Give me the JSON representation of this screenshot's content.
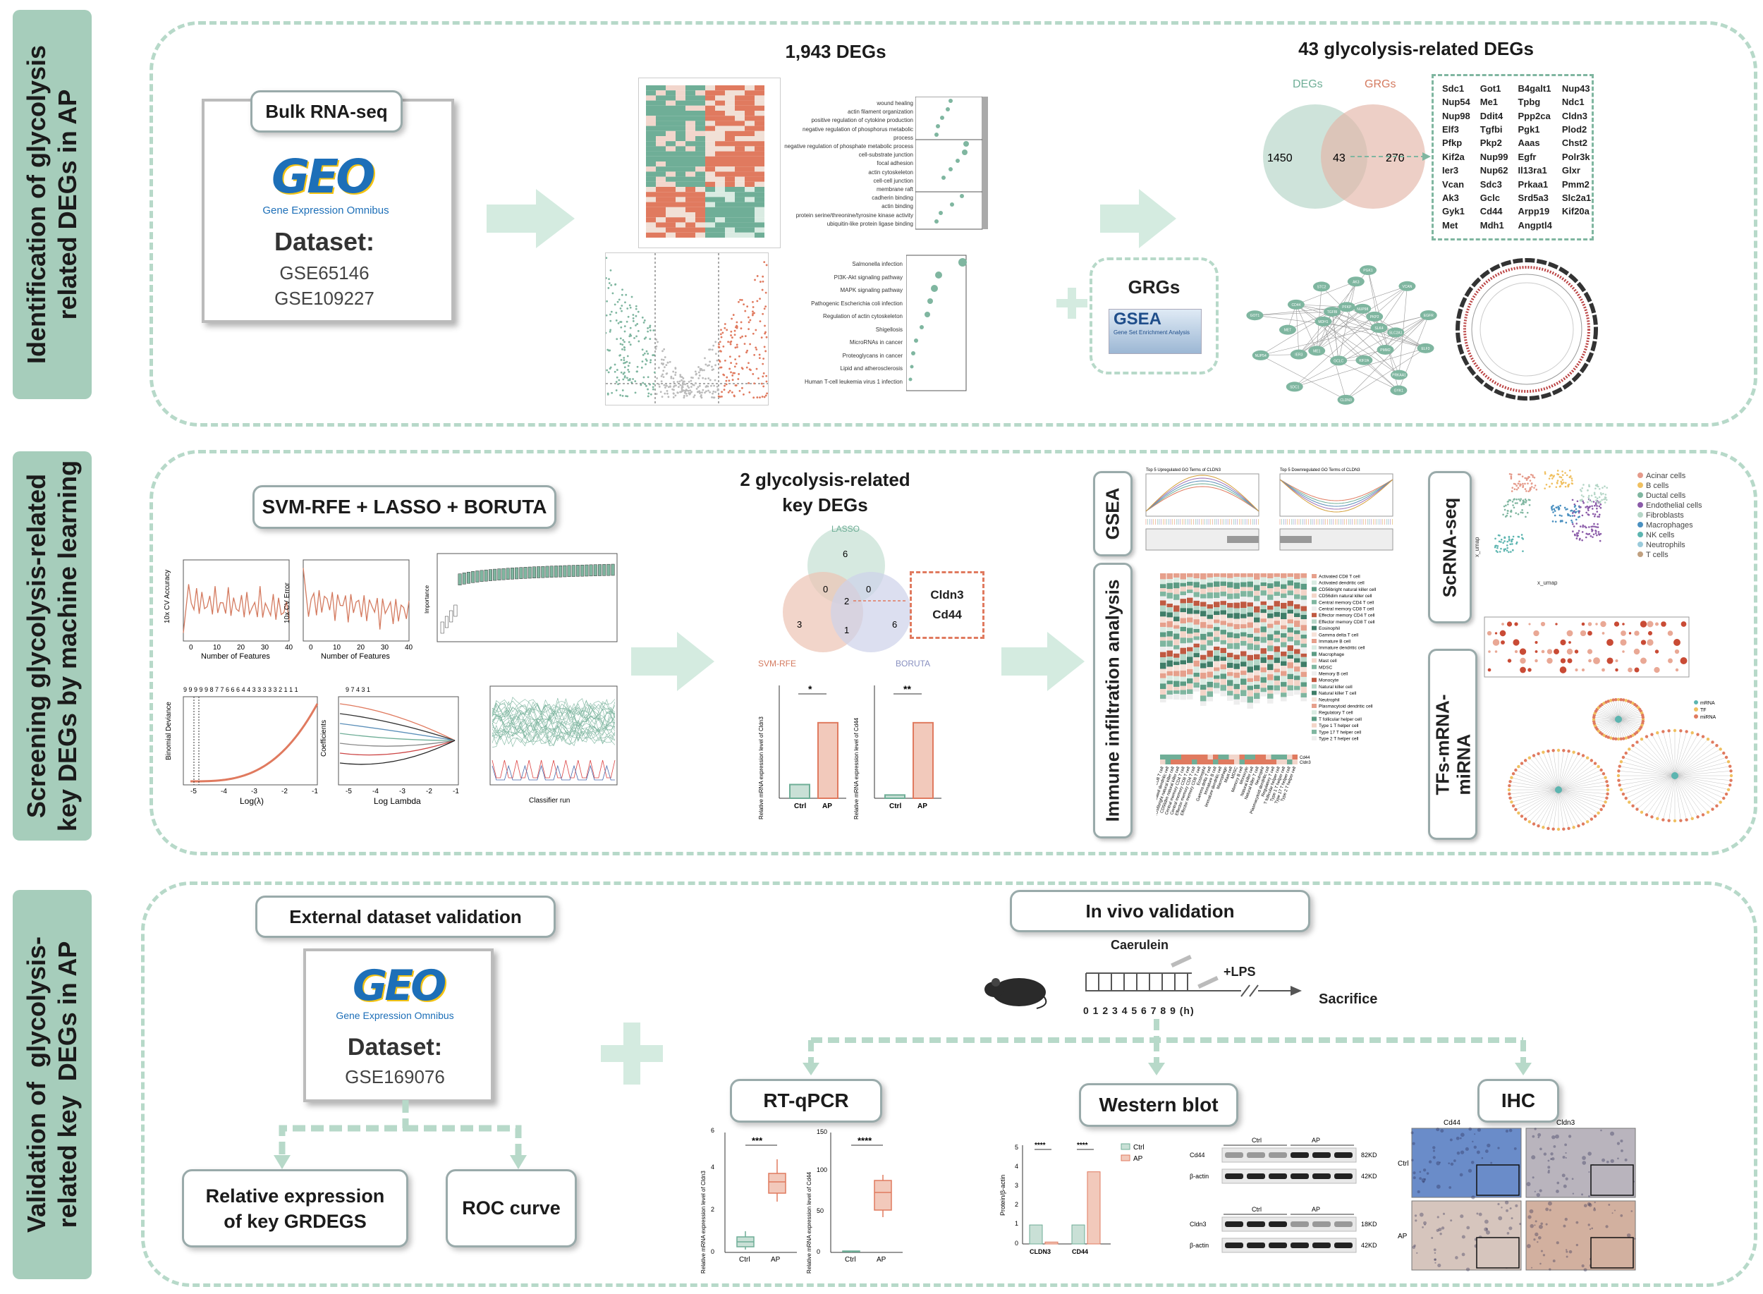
{
  "sidebars": [
    "Identification of glycolysis\nrelated DEGs in AP",
    "Screening glycolysis-related\nkey DEGs by machine learning",
    "Validation of  glycolysis-\nrelated key  DEGs in AP"
  ],
  "panel1": {
    "bulk_label": "Bulk RNA-seq",
    "geo_logo": "GEO",
    "geo_sub": "Gene Expression Omnibus",
    "dataset_label": "Dataset:",
    "datasets": [
      "GSE65146",
      "GSE109227"
    ],
    "degs_title": "1,943 DEGs",
    "glyco_title": "43 glycolysis-related DEGs",
    "venn": {
      "left_label": "DEGs",
      "right_label": "GRGs",
      "left": "1450",
      "mid": "43",
      "right": "270"
    },
    "genes": [
      "Sdc1",
      "Got1",
      "B4galt1",
      "Nup43",
      "Nup54",
      "Me1",
      "Tpbg",
      "Ndc1",
      "Nup98",
      "Ddit4",
      "Ppp2ca",
      "Cldn3",
      "Elf3",
      "Tgfbi",
      "Pgk1",
      "Plod2",
      "Pfkp",
      "Pkp2",
      "Aaas",
      "Chst2",
      "Kif2a",
      "Nup99",
      "Egfr",
      "Polr3k",
      "Ier3",
      "Nup62",
      "Il13ra1",
      "Glxr",
      "Vcan",
      "Sdc3",
      "Prkaa1",
      "Pmm2",
      "Ak3",
      "Gclc",
      "Srd5a3",
      "Slc2a1",
      "Gyk1",
      "Cd44",
      "Arpp19",
      "Kif20a",
      "Met",
      "Mdh1",
      "Angptl4",
      ""
    ],
    "grgs_label": "GRGs",
    "gsea_logo": "GSEA",
    "gsea_sub": "Gene Set Enrichment Analysis",
    "go_terms": [
      "wound healing",
      "actin filament organization",
      "positive regulation of cytokine production",
      "negative regulation of phosphorus metabolic process",
      "negative regulation of phosphate metabolic process",
      "cell-substrate junction",
      "focal adhesion",
      "actin cytoskeleton",
      "cell-cell junction",
      "membrane raft",
      "cadherin binding",
      "actin binding",
      "protein serine/threonine/tyrosine kinase activity",
      "ubiquitin-like protein ligase binding"
    ],
    "kegg_terms": [
      "Salmonella infection",
      "PI3K-Akt signaling pathway",
      "MAPK signaling pathway",
      "Pathogenic Escherichia coli infection",
      "Regulation of actin cytoskeleton",
      "Shigellosis",
      "MicroRNAs in cancer",
      "Proteoglycans in cancer",
      "Lipid and atherosclerosis",
      "Human T-cell leukemia virus 1 infection"
    ],
    "ppi_nodes": [
      "SLK4",
      "ME1",
      "AK3",
      "PRKAA1",
      "GOT1",
      "PKP2",
      "GCLC",
      "STC2",
      "ELF3",
      "NUP54",
      "NUP98",
      "KIF2A",
      "CD44",
      "EGFR",
      "SDC1",
      "PFKP",
      "PMM2",
      "MET",
      "VCAN",
      "CLDN3",
      "TGFBI",
      "SLC2A1",
      "IER3",
      "PGK1",
      "GYK1",
      "MDH1"
    ]
  },
  "panel2": {
    "ml_label": "SVM-RFE + LASSO + BORUTA",
    "plots": {
      "cv_acc_y": "10x CV Accuracy",
      "cv_err_y": "10x CV Error",
      "n_features": "Number of Features",
      "binomial": "Binomial Deviance",
      "log_lambda": "Log(λ)",
      "coeff": "Coefficients",
      "log_lambda2": "Log Lambda",
      "classifier": "Classifier run",
      "importance": "Importance",
      "lasso_top": "9 9 9 9 9 8 7 7 6 6 6 4 4 3 3 3 3 3 2 1 1 1",
      "lasso_top2": "9   7   4   3   1"
    },
    "key_title": "2 glycolysis-related\nkey DEGs",
    "venn3": {
      "a": "LASSO",
      "b": "SVM-RFE",
      "c": "BORUTA",
      "a_only": "6",
      "b_only": "3",
      "c_only": "6",
      "ab": "0",
      "ac": "0",
      "bc": "1",
      "abc": "2"
    },
    "key_genes": [
      "Cldn3",
      "Cd44"
    ],
    "bar1_y": "Relative mRNA expression level of Cldn3",
    "bar2_y": "Relative mRNA expression level of Cd44",
    "bar_cats": [
      "Ctrl",
      "AP"
    ],
    "sig1": "*",
    "sig2": "**",
    "gsea_label": "GSEA",
    "immune_label": "Immune infiltration analysis",
    "gsea_plot1": "Top 5 Upregulated GO Terms of CLDN3",
    "gsea_plot2": "Top 5 Downregulated GO Terms of CLDN3",
    "immune_cells": [
      "Activated CD8 T cell",
      "Activated dendritic cell",
      "CD56bright natural killer cell",
      "CD56dim natural killer cell",
      "Central memory CD4 T cell",
      "Central memory CD8 T cell",
      "Effector memory CD4 T cell",
      "Effector memory CD8 T cell",
      "Eosinophil",
      "Gamma delta T cell",
      "Immature B cell",
      "Immature dendritic cell",
      "Macrophage",
      "Mast cell",
      "MDSC",
      "Memory B cell",
      "Monocyte",
      "Natural killer cell",
      "Natural killer T cell",
      "Neutrophil",
      "Plasmacytoid dendritic cell",
      "Regulatory T cell",
      "T follicular helper cell",
      "Type 1 T helper cell",
      "Type 17 T helper cell",
      "Type 2 T helper cell"
    ],
    "heat_rows": [
      "Cd44",
      "Cldn3"
    ],
    "scrna_label": "ScRNA-seq",
    "tf_label": "TFs-mRNA-\nmiRNA",
    "umap_x": "x_umap",
    "umap_y": "x_umap",
    "cell_types": [
      "Acinar cells",
      "B cells",
      "Ductal cells",
      "Endothelial cells",
      "Fibroblasts",
      "Macrophages",
      "NK cells",
      "Neutrophils",
      "T cells"
    ],
    "network_legend": [
      "mRNA",
      "TF",
      "miRNA"
    ]
  },
  "panel3": {
    "ext_label": "External dataset validation",
    "geo_logo": "GEO",
    "geo_sub": "Gene Expression Omnibus",
    "dataset_label": "Dataset:",
    "dataset": "GSE169076",
    "rel_expr": "Relative expression\nof key GRDEGS",
    "roc": "ROC curve",
    "invivo_label": "In vivo validation",
    "caerulein": "Caerulein",
    "lps": "+LPS",
    "sacrifice": "Sacrifice",
    "timeline": "0 1 2 3 4 5 6 7 8 9 (h)",
    "rtqpcr": "RT-qPCR",
    "western": "Western blot",
    "ihc": "IHC",
    "box1_y": "Relative mRNA expression level of Cldn3",
    "box2_y": "Relative mRNA expression level of Cd44",
    "box_cats": [
      "Ctrl",
      "AP"
    ],
    "box_sig1": "***",
    "box_sig2": "****",
    "wb_y": "Protein/β-actin",
    "wb_cats": [
      "CLDN3",
      "CD44"
    ],
    "wb_sig": "****",
    "wb_legend": [
      "Ctrl",
      "AP"
    ],
    "blot_rows": [
      "Cd44",
      "β-actin",
      "Cldn3",
      "β-actin"
    ],
    "blot_kd": [
      "82KD",
      "42KD",
      "18KD",
      "42KD"
    ],
    "blot_groups": [
      "Ctrl",
      "AP"
    ],
    "ihc_cols": [
      "Cd44",
      "Cldn3"
    ],
    "ihc_rows": [
      "Ctrl",
      "AP"
    ]
  },
  "colors": {
    "green_panel": "#b7d9c9",
    "sidebar": "#a6cdbb",
    "red": "#e07a5f",
    "teal": "#6fae97",
    "arrow": "#c8e3d6"
  }
}
